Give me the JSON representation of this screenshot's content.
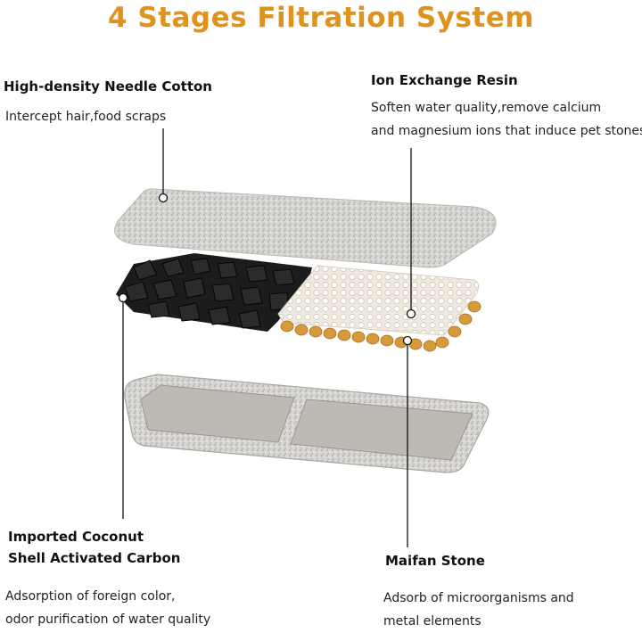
{
  "title": "4 Stages Filtration System",
  "callouts": {
    "needle_cotton": {
      "label": "High-density Needle Cotton",
      "desc": [
        "Intercept hair,food scraps"
      ]
    },
    "ion_resin": {
      "label": "Ion Exchange Resin",
      "desc": [
        "Soften water quality,remove calcium",
        "and magnesium ions that induce pet stones"
      ]
    },
    "carbon": {
      "label": [
        "Imported Coconut",
        "Shell Activated Carbon"
      ],
      "desc": [
        "Adsorption of foreign color,",
        "odor purification of water quality"
      ]
    },
    "maifan": {
      "label": "Maifan Stone",
      "desc": [
        "Adsorb of microorganisms and",
        "metal elements"
      ]
    }
  },
  "colors": {
    "title": "#e0921e",
    "cotton": "#cfcfcc",
    "carbon": "#1a1a1a",
    "resin": "#d99a3a",
    "stone_tray": "#c9c6c0"
  }
}
